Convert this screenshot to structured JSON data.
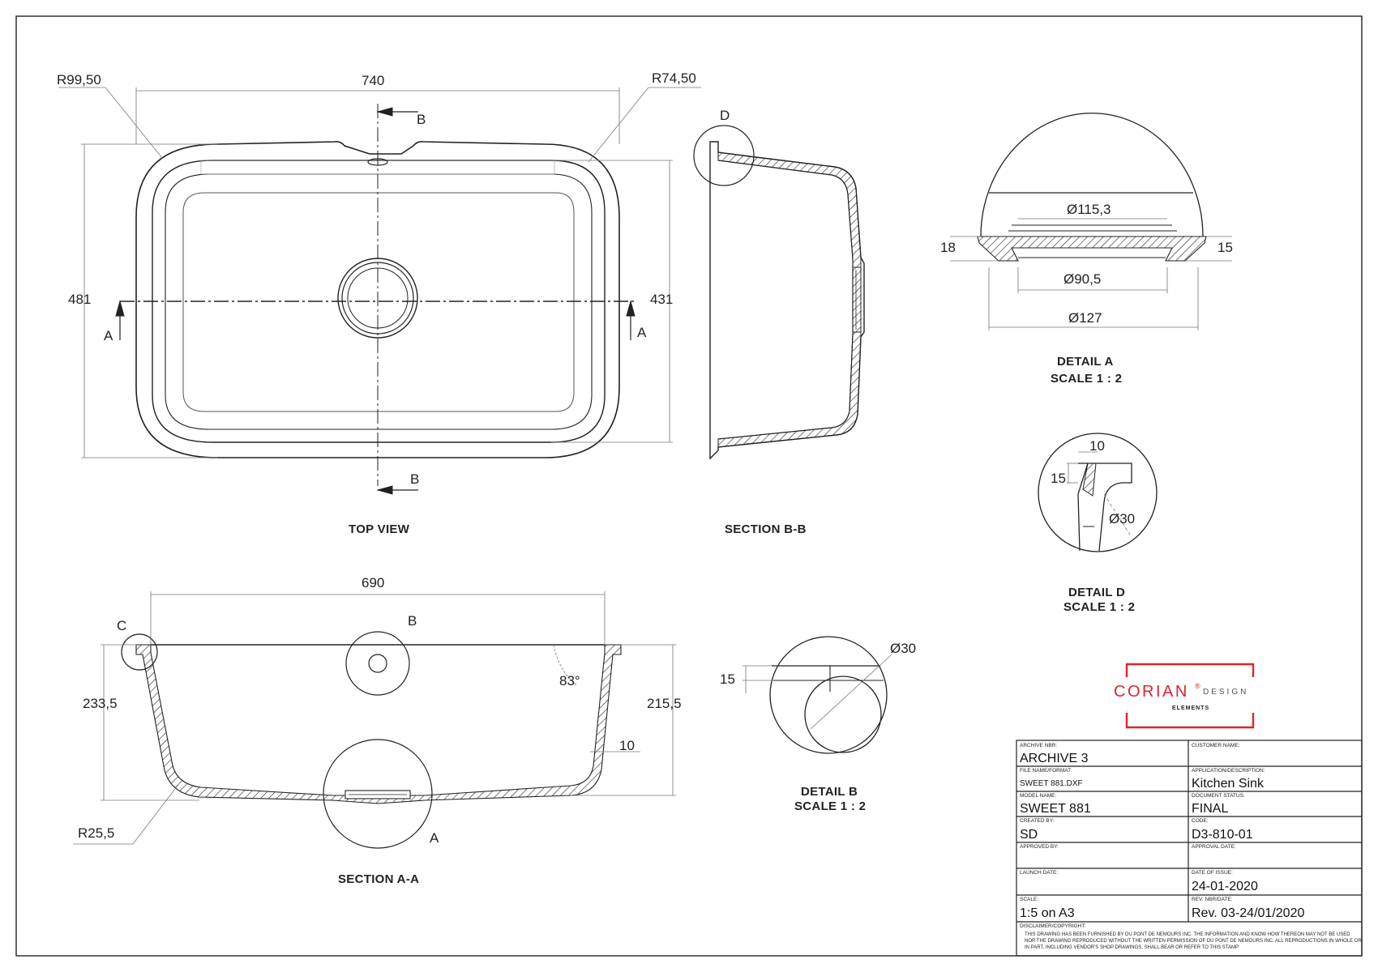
{
  "views": {
    "top_view": {
      "label": "TOP VIEW",
      "dims": {
        "width": "740",
        "height_outer": "481",
        "height_inner": "431",
        "radius_left": "R99,50",
        "radius_right": "R74,50"
      },
      "markers": {
        "section_b": "B",
        "section_a": "A"
      }
    },
    "section_bb": {
      "label": "SECTION B-B",
      "detail_callout": "D"
    },
    "section_aa": {
      "label": "SECTION A-A",
      "dims": {
        "width": "690",
        "height_left": "233,5",
        "height_right": "215,5",
        "angle": "83°",
        "wall": "10",
        "radius": "R25,5"
      },
      "detail_callouts": {
        "c": "C",
        "b": "B",
        "a": "A"
      }
    },
    "detail_a": {
      "label": "DETAIL A",
      "scale": "SCALE 1 : 2",
      "dims": {
        "d1": "Ø115,3",
        "d2": "Ø90,5",
        "d3": "Ø127",
        "left": "18",
        "right": "15"
      }
    },
    "detail_b": {
      "label": "DETAIL B",
      "scale": "SCALE 1 : 2",
      "dims": {
        "dia": "Ø30",
        "h": "15"
      }
    },
    "detail_d": {
      "label": "DETAIL D",
      "scale": "SCALE 1 : 2",
      "dims": {
        "w": "10",
        "h": "15",
        "dia": "Ø30"
      }
    }
  },
  "logo": {
    "brand": "CORIAN",
    "reg": "®",
    "suffix": "DESIGN",
    "sub": "ELEMENTS",
    "accent": "#d9262b"
  },
  "title_block": {
    "archive_label": "ARCHIVE NBR:",
    "archive_value": "ARCHIVE 3",
    "customer_label": "CUSTOMER NAME:",
    "customer_value": "",
    "file_label": "FILE NAME/FORMAT:",
    "file_value": "SWEET 881.DXF",
    "app_label": "APPLICATION/DESCRIPTION:",
    "app_value": "Kitchen Sink",
    "model_label": "MODEL NAME:",
    "model_value": "SWEET 881",
    "status_label": "DOCUMENT STATUS:",
    "status_value": "FINAL",
    "created_label": "CREATED BY:",
    "created_value": "SD",
    "code_label": "CODE:",
    "code_value": "D3-810-01",
    "approved_label": "APPROVED BY:",
    "approved_value": "",
    "approval_date_label": "APPROVAL DATE:",
    "approval_date_value": "",
    "launch_label": "LAUNCH DATE:",
    "launch_value": "",
    "issue_label": "DATE OF ISSUE:",
    "issue_value": "24-01-2020",
    "scale_label": "SCALE:",
    "scale_value": "1:5 on A3",
    "rev_label": "REV. NBR/DATE:",
    "rev_value": "Rev. 03-24/01/2020",
    "disclaimer_label": "DISCLAIMER/COPYRIGHT:",
    "disclaimer_1": "THIS DRAWING HAS BEEN FURNISHED BY DU PONT DE NEMOURS INC. THE INFORMATION AND KNOW HOW THEREON MAY NOT BE USED",
    "disclaimer_2": "NOR THE DRAWING REPRODUCED WITHOUT THE WRITTEN PERMISSION OF DU PONT DE NEMOURS INC. ALL REPRODUCTIONS IN WHOLE OR",
    "disclaimer_3": "IN PART, INCLUDING VENDOR'S SHOP DRAWINGS, SHALL BEAR OR REFER TO THIS STAMP"
  }
}
